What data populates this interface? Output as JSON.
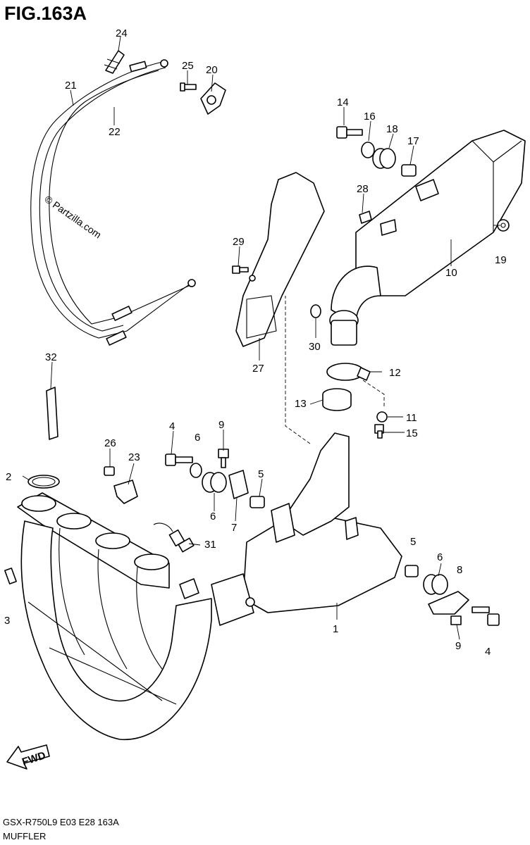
{
  "figure": {
    "title": "FIG.163A"
  },
  "watermark": "© Partzilla.com",
  "fwd_label": "FWD",
  "footer": {
    "model_code": "GSX-R750L9  E03  E28  163A",
    "section_name": "MUFFLER"
  },
  "callouts": {
    "c1": "1",
    "c2": "2",
    "c3": "3",
    "c4a": "4",
    "c4b": "4",
    "c5a": "5",
    "c5b": "5",
    "c6a": "6",
    "c6b": "6",
    "c6c": "6",
    "c7": "7",
    "c8": "8",
    "c9a": "9",
    "c9b": "9",
    "c10": "10",
    "c11": "11",
    "c12": "12",
    "c13": "13",
    "c14": "14",
    "c15": "15",
    "c16": "16",
    "c17": "17",
    "c18": "18",
    "c19": "19",
    "c20": "20",
    "c21": "21",
    "c22": "22",
    "c23": "23",
    "c24": "24",
    "c25": "25",
    "c26": "26",
    "c27": "27",
    "c28": "28",
    "c29": "29",
    "c30": "30",
    "c31": "31",
    "c32": "32"
  }
}
